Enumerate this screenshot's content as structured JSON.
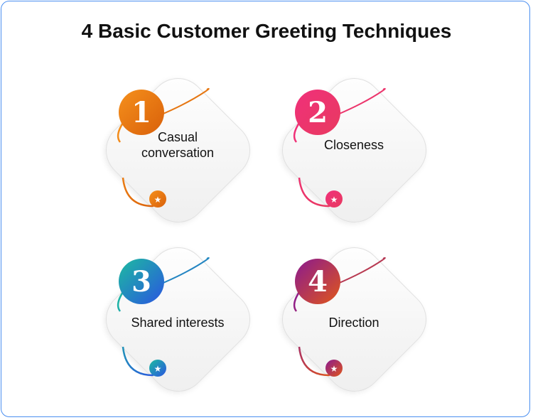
{
  "title": "4 Basic Customer Greeting Techniques",
  "items": [
    {
      "number": "1",
      "label": "Casual conversation",
      "colors": [
        "#f5901c",
        "#d9600a"
      ]
    },
    {
      "number": "2",
      "label": "Closeness",
      "colors": [
        "#f0307a",
        "#e83a60"
      ]
    },
    {
      "number": "3",
      "label": "Shared interests",
      "colors": [
        "#1dbba0",
        "#2a55e0"
      ]
    },
    {
      "number": "4",
      "label": "Direction",
      "colors": [
        "#8a1a90",
        "#e0561a"
      ]
    }
  ],
  "icons": {
    "badge": "star-icon"
  }
}
